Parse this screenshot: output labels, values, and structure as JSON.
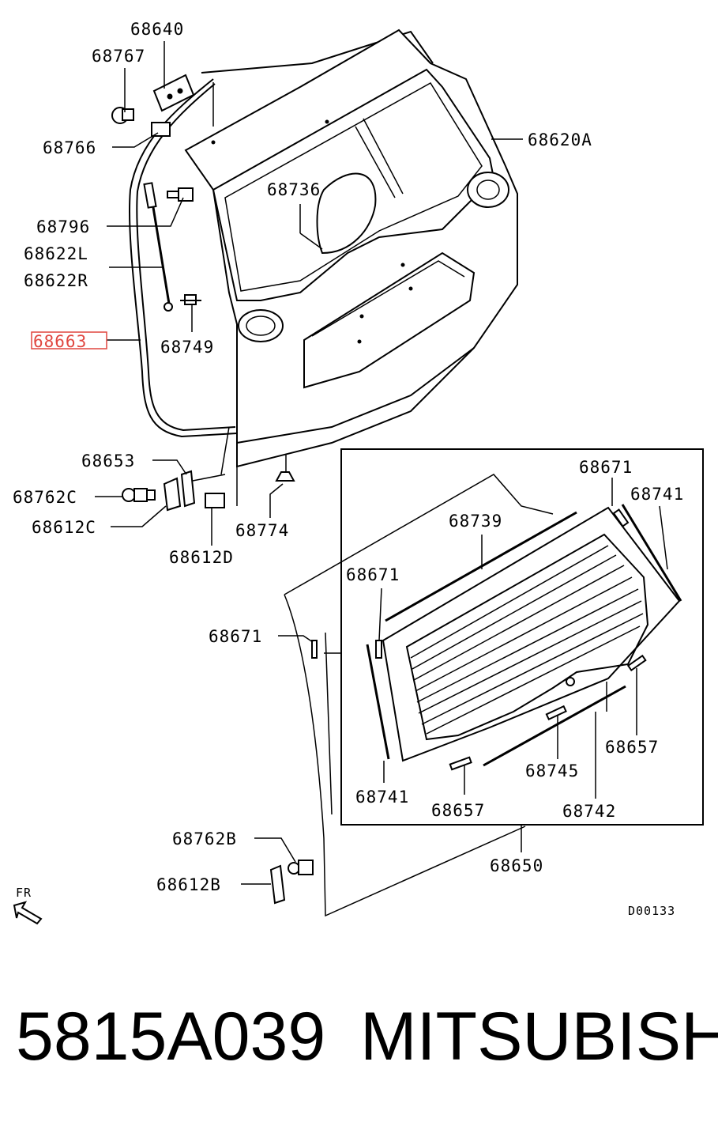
{
  "diagram": {
    "code": "D00133",
    "direction_label": "FR",
    "highlight_color": "#e0463f",
    "labels": {
      "l68640": "68640",
      "l68767": "68767",
      "l68766": "68766",
      "l68620A": "68620A",
      "l68736": "68736",
      "l68796": "68796",
      "l68622L": "68622L",
      "l68622R": "68622R",
      "l68663": "68663",
      "l68749": "68749",
      "l68653": "68653",
      "l68762C": "68762C",
      "l68612C": "68612C",
      "l68774": "68774",
      "l68612D": "68612D",
      "l68671_top": "68671",
      "l68741_right": "68741",
      "l68739": "68739",
      "l68671_mid": "68671",
      "l68671_left": "68671",
      "l68657_right": "68657",
      "l68745": "68745",
      "l68741_bottom": "68741",
      "l68657_bottom": "68657",
      "l68742": "68742",
      "l68650": "68650",
      "l68762B": "68762B",
      "l68612B": "68612B"
    }
  },
  "footer": {
    "part_number": "5815A039",
    "brand": "MITSUBISHI"
  }
}
